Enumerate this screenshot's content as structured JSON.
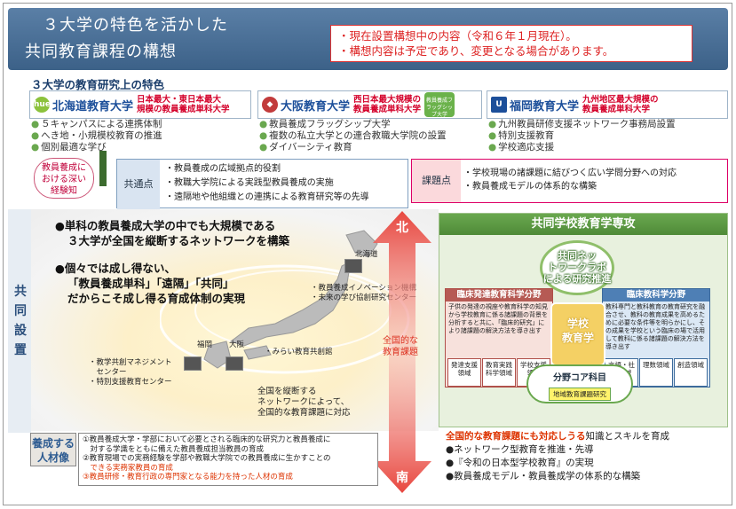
{
  "header": {
    "title_line1": "３大学の特色を活かした",
    "title_line2": "共同教育課程の構想",
    "notice_line1": "・現在設置構想中の内容（令和６年１月現在）。",
    "notice_line2": "・構想内容は予定であり、変更となる場合があります。"
  },
  "section1_title": "３大学の教育研究上の特色",
  "universities": [
    {
      "logo": "北海道教育大学",
      "mark": "hue",
      "tag1": "日本最大・東日本最大",
      "tag2": "規模の教員養成単科大学",
      "items": [
        "５キャンパスによる連携体制",
        "へき地・小規模校教育の推進",
        "個別最適な学び"
      ]
    },
    {
      "logo": "大阪教育大学",
      "tag1": "西日本最大規模の",
      "tag2": "教員養成単科大学",
      "badge": "教員養成フラッグシップ大学",
      "items": [
        "教員養成フラッグシップ大学",
        "複数の私立大学との連合教職大学院の設置",
        "ダイバーシティ教育"
      ]
    },
    {
      "logo": "福岡教育大学",
      "tag1": "九州地区最大規模の",
      "tag2": "教員養成単科大学",
      "items": [
        "九州教員研修支援ネットワーク事務局設置",
        "特別支援教育",
        "学校適応支援"
      ]
    }
  ],
  "pill_text": [
    "教員養成に",
    "おける深い",
    "経験知"
  ],
  "common": {
    "label": "共通点",
    "items": [
      "・教員養成の広域拠点的役割",
      "・教職大学院による実践型教員養成の実施",
      "・遠隔地や他組織との連携による教育研究等の先導"
    ]
  },
  "issue": {
    "label": "課題点",
    "items": [
      "・学校現場の諸課題に結びつく広い学問分野への対応",
      "・教員養成モデルの体系的な構築"
    ]
  },
  "left_strip": "共同設置",
  "map": {
    "text1_line1": "●単科の教員養成大学の中でも大規模である",
    "text1_line2": "３大学が全国を縦断するネットワークを構築",
    "text2_line1": "●個々では成し得ない、",
    "text2_line2": "「教員養成単科」「遠隔」「共同」",
    "text2_line3": "だからこそ成し得る育成体制の実現",
    "hokkaido": "北海道",
    "hokkaido_items": [
      "・教員養成イノベーション機構",
      "・未来の学び協創研究センター"
    ],
    "osaka": "大阪",
    "osaka_item": "・みらい教育共創館",
    "fukuoka": "福岡",
    "fukuoka_items": [
      "・教学共創マネジメント",
      "　センター",
      "・特別支援教育センター"
    ],
    "network_line1": "全国を縦断する",
    "network_line2": "ネットワークによって、",
    "network_line3": "全国的な教育課題に対応",
    "north": "北",
    "south": "南",
    "national_issue_line1": "全国的な",
    "national_issue_line2": "教育課題"
  },
  "right": {
    "head": "共同学校教育学専攻",
    "hub": [
      "共同ネッ",
      "トワークラボ",
      "による研究推進"
    ],
    "clinical_head": "臨床発達教育科学分野",
    "clinical_text": "子供の発達の視座や教育科学の知見から学校教育に係る諸課題の背景を分析すると共に、「臨床的研究」により諸課題の解決方法を導き出す",
    "clinical_cells": [
      "発達支援領域",
      "教育実践科学領域",
      "学校支援領域"
    ],
    "subject_head": "臨床教科学分野",
    "subject_text": "教科専門と教科教育の教育研究を融合させ、教科の教育成果を高めるために必要な条件等を明らかにし、その成果を学校という臨床の場で活用して教科に係る諸課題の解決方法を導き出す",
    "subject_cells": [
      "言語・社会領域",
      "理数領域",
      "創造領域"
    ],
    "center_line1": "学校",
    "center_line2": "教育学",
    "core_title": "分野コア科目",
    "core_badge": "地域教育課題研究"
  },
  "bottom_red": "全国的な教育課題にも対応しうる",
  "bottom_red_rest": "知識とスキルを育成",
  "bottom_items": [
    "●ネットワーク型教育を推進・先導",
    "●『令和の日本型学校教育』の実現",
    "●教員養成モデル・教員養成学の体系的な構築"
  ],
  "yosei_label": [
    "養成する",
    "人材像"
  ],
  "yosei_items": [
    "①教員養成大学・学部において必要とされる臨床的な研究力と教員養成に",
    "　対する学識をともに備えた教員養成担当教員の育成",
    "②教育現場での実務経験を学部や教職大学院での教員養成に生かすことの",
    "　できる実務家教員の育成",
    "③教員研修・教育行政の専門家となる能力を持った人材の育成"
  ],
  "colors": {
    "header": "#3c6188",
    "accent_red": "#d4002a",
    "green": "#6aa84f"
  }
}
